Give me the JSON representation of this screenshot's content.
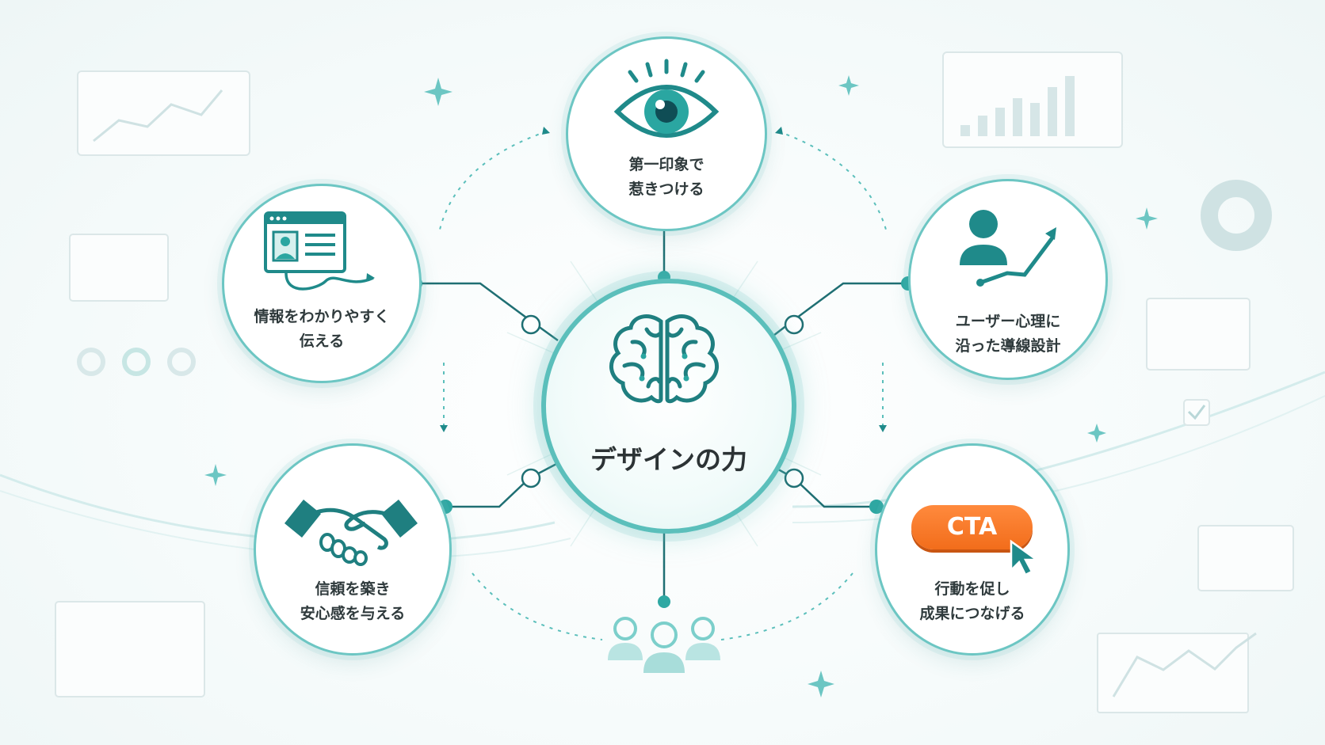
{
  "center": {
    "title": "デザインの力"
  },
  "nodes": {
    "top": {
      "line1": "第一印象で",
      "line2": "惹きつける"
    },
    "left_top": {
      "line1": "情報をわかりやすく",
      "line2": "伝える"
    },
    "right_top": {
      "line1": "ユーザー心理に",
      "line2": "沿った導線設計"
    },
    "left_bottom": {
      "line1": "信頼を築き",
      "line2": "安心感を与える"
    },
    "right_bottom": {
      "line1": "行動を促し",
      "line2": "成果につなげる",
      "button_label": "CTA"
    }
  },
  "colors": {
    "accent": "#4fb8b4",
    "accent_dark": "#1f8a8a",
    "cta": "#f47a24",
    "text": "#2f3a3c"
  },
  "icons": [
    "eye-icon",
    "web-page-icon",
    "user-growth-icon",
    "handshake-icon",
    "cursor-icon",
    "brain-icon",
    "users-icon"
  ]
}
